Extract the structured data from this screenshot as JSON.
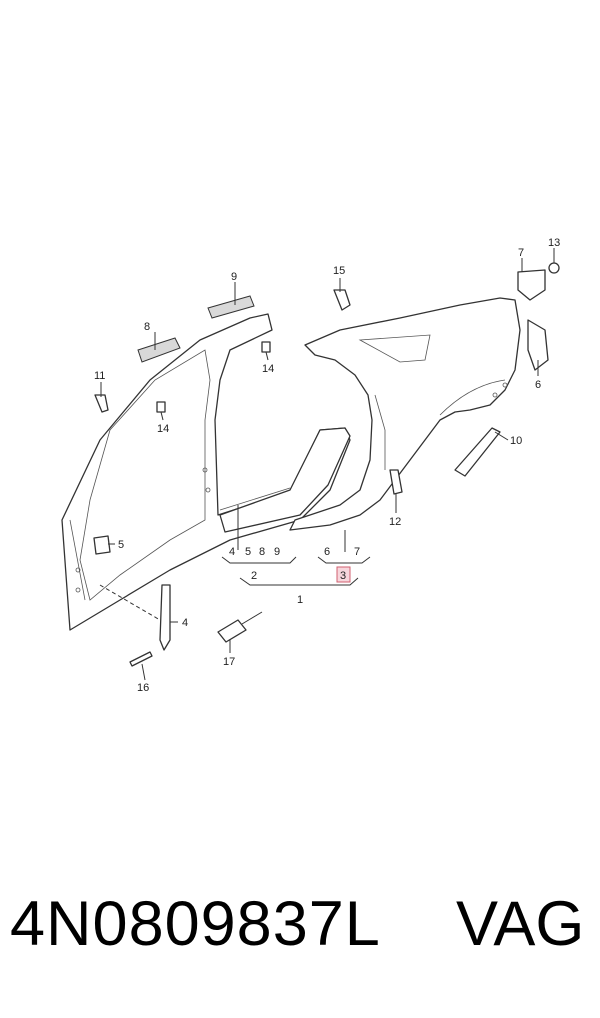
{
  "diagram": {
    "callouts": {
      "c1": "1",
      "c2": "2",
      "c3": "3",
      "c4a": "4",
      "c4b": "4",
      "c5a": "5",
      "c5b": "5",
      "c6a": "6",
      "c6b": "6",
      "c7a": "7",
      "c7b": "7",
      "c8a": "8",
      "c8b": "8",
      "c9a": "9",
      "c9b": "9",
      "c10": "10",
      "c11": "11",
      "c12": "12",
      "c13": "13",
      "c14a": "14",
      "c14b": "14",
      "c15": "15",
      "c16": "16",
      "c17": "17"
    },
    "highlighted_callout": "3"
  },
  "caption": {
    "part_number": "4N0809837L",
    "brand": "VAG"
  }
}
